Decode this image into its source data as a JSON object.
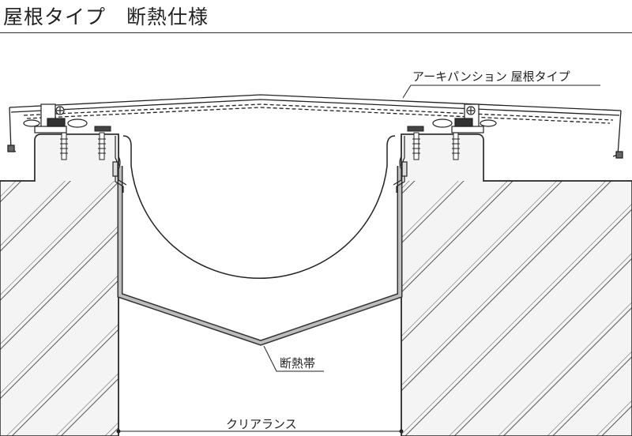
{
  "header": {
    "title": "屋根タイプ　断熱仕様"
  },
  "labels": {
    "cover": "アーキパンション 屋根タイプ",
    "insulation": "断熱帯",
    "clearance": "クリアランス"
  }
}
